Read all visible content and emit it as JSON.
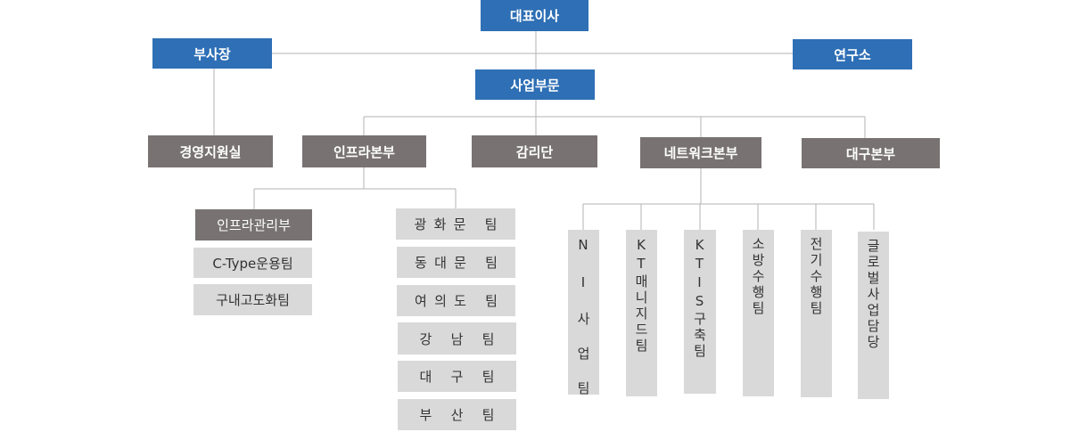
{
  "top": {
    "ceo": "대표이사",
    "vice_president": "부사장",
    "research_lab": "연구소",
    "business_division": "사업부문"
  },
  "divisions": {
    "management_support": "경영지원실",
    "infra_hq": "인프라본부",
    "audit_team": "감리단",
    "network_hq": "네트워크본부",
    "daegu_hq": "대구본부"
  },
  "infra_units": {
    "infra_management": "인프라관리부",
    "ctype_operation": "C-Type운용팀",
    "in_building": "구내고도화팀"
  },
  "infra_teams": [
    "광화문 팀",
    "동대문 팀",
    "여의도 팀",
    "강 남 팀",
    "대 구 팀",
    "부 산 팀"
  ],
  "network_teams": [
    "N I 사 업 팀",
    "KT매니지드팀",
    "KTIS구축팀",
    "소방수행팀",
    "전기수행팀",
    "글로벌사업담당"
  ],
  "colors": {
    "executive": "#2e6fb5",
    "division": "#787272",
    "team": "#d9d9d9",
    "connector": "#b3b3b3"
  }
}
